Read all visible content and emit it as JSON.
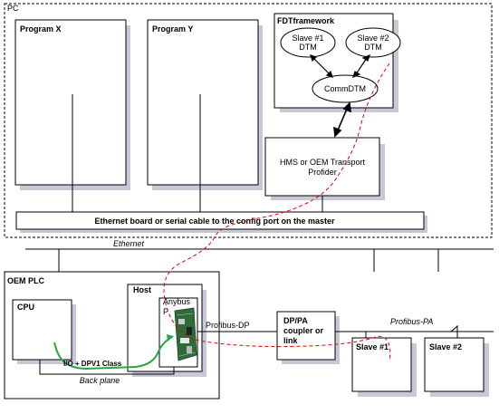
{
  "pc": {
    "label": "PC"
  },
  "program_x": {
    "label": "Program X"
  },
  "program_y": {
    "label": "Program Y"
  },
  "fdt": {
    "label": "FDTframework",
    "slave1_dtm": [
      "Slave #1",
      "DTM"
    ],
    "slave2_dtm": [
      "Slave #2",
      "DTM"
    ],
    "comm_dtm": "CommDTM"
  },
  "transport": {
    "lines": [
      "HMS  or  OEM Transport",
      "Profider"
    ]
  },
  "ethernet_board": {
    "label": "Ethernet board or serial cable to the config port on the master"
  },
  "ethernet": {
    "label": "Ethernet"
  },
  "oem_plc": {
    "label": "OEM PLC"
  },
  "cpu": {
    "label": "CPU"
  },
  "host": {
    "label": "Host"
  },
  "anybus": {
    "lines": [
      "Anybus",
      "P"
    ]
  },
  "io_label": "I/O + DPV1 Class",
  "back_plane": "Back plane",
  "profibus_dp": "Profibus-DP",
  "coupler": {
    "lines": [
      "DP/PA",
      "coupler or",
      "link"
    ]
  },
  "profibus_pa": "Profibus-PA",
  "slave1": {
    "label": "Slave #1"
  },
  "slave2": {
    "label": "Slave #2"
  },
  "colors": {
    "shadow": "#c8c8d8",
    "red_path": "#e00000",
    "green_path": "#2aa640"
  }
}
